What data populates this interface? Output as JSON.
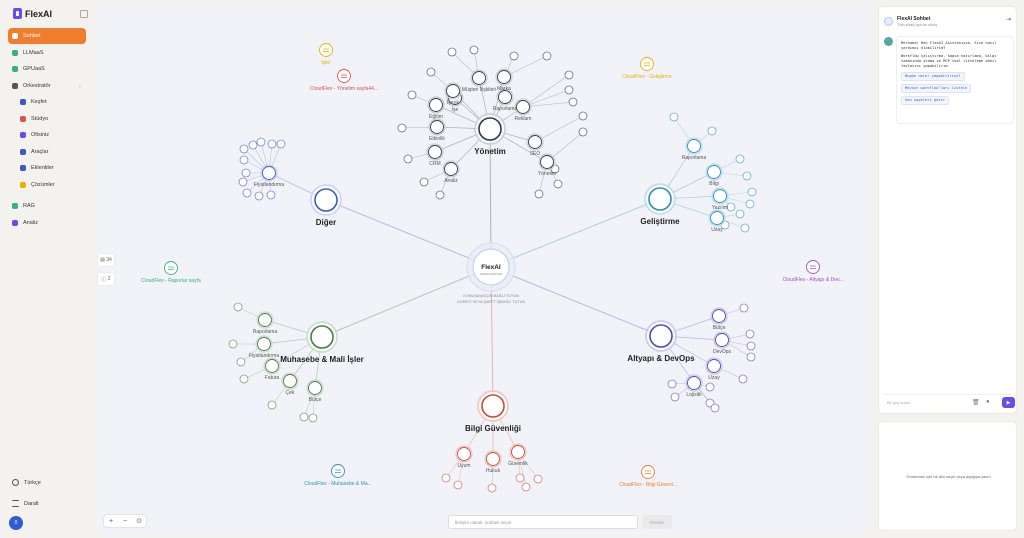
{
  "app": {
    "name": "FlexAI"
  },
  "sidebar": {
    "items": [
      {
        "label": "Sohbet",
        "icon": "chat-icon",
        "color": "#f07c2e",
        "active": true
      },
      {
        "label": "LLMaaS",
        "icon": "llm-icon",
        "color": "#39b07a"
      },
      {
        "label": "GPUaaS",
        "icon": "gpu-icon",
        "color": "#39b07a"
      },
      {
        "label": "Orkestratör",
        "icon": "orchestrator-icon",
        "color": "#555555"
      },
      {
        "label": "Keşfet",
        "icon": "compass-icon",
        "color": "#3a57c8"
      },
      {
        "label": "Stüdyo",
        "icon": "studio-icon",
        "color": "#d9534f"
      },
      {
        "label": "Ofisiniz",
        "icon": "office-icon",
        "color": "#6b4ce6"
      },
      {
        "label": "Araçlar",
        "icon": "tools-icon",
        "color": "#3a57c8"
      },
      {
        "label": "Eklentiler",
        "icon": "plugin-icon",
        "color": "#3a57c8"
      },
      {
        "label": "Çözümler",
        "icon": "solution-icon",
        "color": "#e5b200"
      },
      {
        "label": "RAG",
        "icon": "rag-icon",
        "color": "#39b07a"
      },
      {
        "label": "Analiz",
        "icon": "analysis-icon",
        "color": "#6b4ce6"
      }
    ],
    "language": "Türkçe",
    "theme": "Daralt",
    "user_initial": "0"
  },
  "canvas": {
    "center_title": "FlexAI",
    "center_subtitle": "ORKESTRATÖR",
    "center_desc1": "KONUŞMAKİÇİN BAĞLI TUTUN",
    "center_desc2": "GÖREYİ VEYA ŞABTT İŞBAĞLI TUTUN",
    "left_count": "34",
    "left_count2": "2",
    "input_placeholder": "İletişim olarak, sohbeti seçin",
    "send_label": "Gönder",
    "zoom_in": "+",
    "zoom_out": "−",
    "fit": "⊙"
  },
  "graph": {
    "hubs": [
      {
        "id": "yonetim",
        "label": "Yönetim",
        "color": "#2e3a4a",
        "ring": "#c8ccd4"
      },
      {
        "id": "gelistirme",
        "label": "Geliştirme",
        "color": "#2e8fb8",
        "ring": "#b9dbe9"
      },
      {
        "id": "altyapi",
        "label": "Altyapı & DevOps",
        "color": "#4b4bb3",
        "ring": "#c6c6ea"
      },
      {
        "id": "bilgi",
        "label": "Bilgi Güvenliği",
        "color": "#c94b3a",
        "ring": "#f0c3bb"
      },
      {
        "id": "muhasebe",
        "label": "Muhasebe & Mali İşler",
        "color": "#4a7a4a",
        "ring": "#c7dcc7"
      },
      {
        "id": "diger",
        "label": "Diğer",
        "color": "#3d5ab8",
        "ring": "#c8d2ef"
      }
    ],
    "subs": {
      "yonetim": [
        "İşe",
        "Eğitim",
        "Etkinlik",
        "CRM",
        "Analiz",
        "Yönetim",
        "SEO",
        "Reklam",
        "Raporlama",
        "Müşteri İlişkileri",
        "Marka",
        "İçerik"
      ],
      "gelistirme": [
        "Raporlama",
        "Bilgi",
        "Yazılım",
        "Uzay"
      ],
      "altyapi": [
        "Bütçe",
        "DevOps",
        "Uzay",
        "Lojistik"
      ],
      "bilgi": [
        "Uyum",
        "Hukuk",
        "Güvenlik"
      ],
      "muhasebe": [
        "Raporlama",
        "Fiyatlandırma",
        "Fatura",
        "Çek",
        "Bütçe"
      ],
      "diger": [
        "Fiyatlandırma"
      ]
    },
    "cloud_nodes": [
      {
        "label": "CloudFlex - Yönetim sayfa44...",
        "color": "#d9534f"
      },
      {
        "label": "İşler",
        "color": "#e5b200"
      },
      {
        "label": "CloudFlex - Geliştirme",
        "color": "#e5b200"
      },
      {
        "label": "CloudFlex - Raporlar sayfa",
        "color": "#39b07a"
      },
      {
        "label": "CloudFlex - Altyapı & Dev...",
        "color": "#a14fc8"
      },
      {
        "label": "CloudFlex - Muhasebe & Ma...",
        "color": "#2e8fb8"
      },
      {
        "label": "CloudFlex - Bilgi Güvenl...",
        "color": "#f07c2e"
      }
    ]
  },
  "chat": {
    "title": "FlexAI Sohbet",
    "subtitle": "Tüm süreç ışık bu süreç",
    "message_p1": "Merhaba! Ben FlexAI Asistanıyım. Size nasıl yardımcı olabilirim?",
    "message_p2": "Workflow çalıştırma, kapsa hazırlama, bilgi tabanında arama ve MCP tool listeleme dahil fazlasını yapabilirim.",
    "suggestions": [
      "Bugün neler yapabilirsin?",
      "Mevcut workflow'ları listele",
      "Son sayeleri getir"
    ],
    "input_placeholder": "Bir şey sorun..."
  },
  "preview": {
    "text": "Önizlemek için bir dizi seçin veya aşağıya yazın"
  }
}
